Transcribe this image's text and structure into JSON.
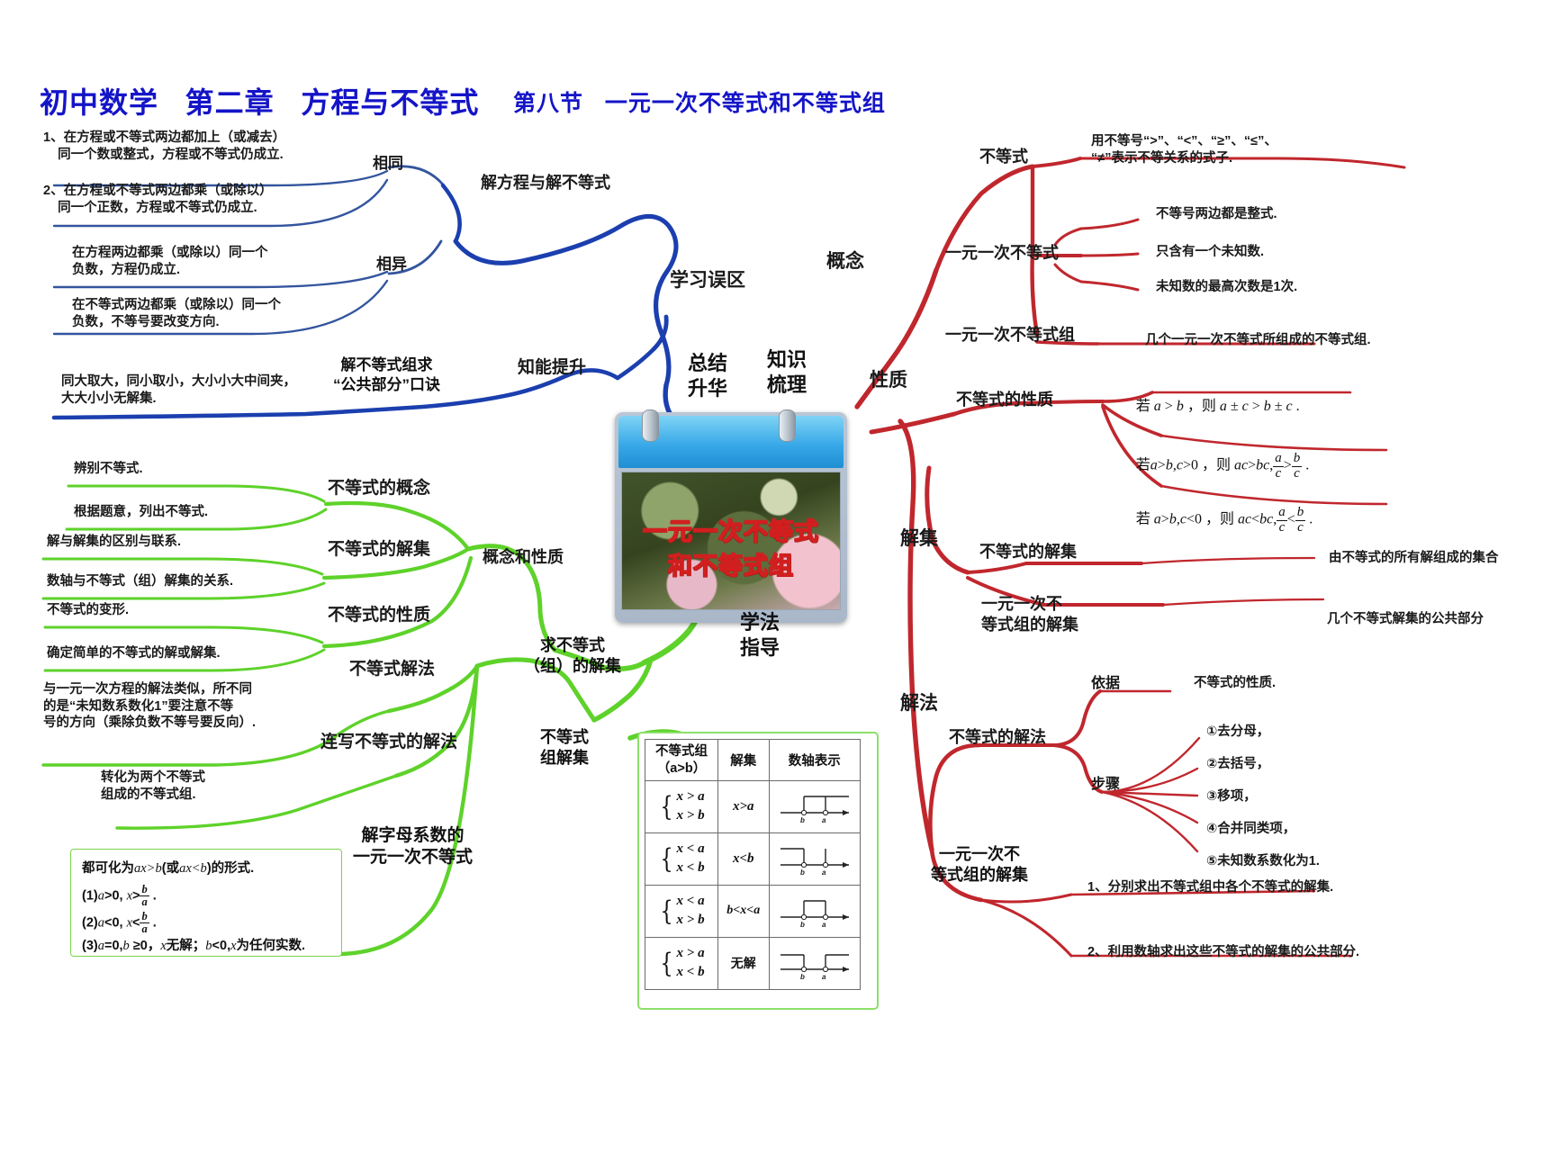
{
  "header": {
    "title": "初中数学   第二章   方程与不等式",
    "subtitle": "第八节   一元一次不等式和不等式组"
  },
  "center": {
    "card_title_line1": "一元一次不等式",
    "card_title_line2": "和不等式组",
    "hub_left": "总结\n升华",
    "hub_right": "知识\n梳理",
    "hub_bottom": "学法\n指导"
  },
  "blue_branch": {
    "root": "学习误区",
    "sub_same": "相同",
    "sub_diff": "相异",
    "mid_label": "解方程与解不等式",
    "skill_label": "知能提升",
    "skill_child": "解不等式组求\n“公共部分”口诀",
    "same_items": [
      "1、在方程或不等式两边都加上（或减去）\n    同一个数或整式，方程或不等式仍成立.",
      "2、在方程或不等式两边都乘（或除以）\n    同一个正数，方程或不等式仍成立."
    ],
    "diff_items": [
      "在方程两边都乘（或除以）同一个\n负数，方程仍成立.",
      "在不等式两边都乘（或除以）同一个\n负数，不等号要改变方向."
    ],
    "mnemonic": "同大取大，同小取小，大小小大中间夹，\n大大小小无解集."
  },
  "green_branch": {
    "group1_label": "概念和性质",
    "group2_label": "求不等式\n（组）的解集",
    "nodes": [
      {
        "label": "不等式的概念",
        "leaves": [
          "辨别不等式.",
          "根据题意，列出不等式."
        ]
      },
      {
        "label": "不等式的解集",
        "leaves": [
          "解与解集的区别与联系.",
          "数轴与不等式（组）解集的关系."
        ]
      },
      {
        "label": "不等式的性质",
        "leaves": [
          "不等式的变形.",
          "确定简单的不等式的解或解集."
        ]
      },
      {
        "label": "不等式解法",
        "leaves": [
          "与一元一次方程的解法类似，所不同\n的是“未知数系数化1”要注意不等\n号的方向（乘除负数不等号要反向）."
        ]
      },
      {
        "label": "连写不等式的解法",
        "leaves": [
          "转化为两个不等式\n组成的不等式组."
        ]
      },
      {
        "label": "解字母系数的\n一元一次不等式",
        "leaves": []
      }
    ],
    "solset_label": "不等式\n组解集",
    "formula_box": {
      "line1_pre": "都可化为",
      "line1_a": "ax>b",
      "line1_mid": "(或",
      "line1_b": "ax<b",
      "line1_post": ")的形式.",
      "line2": "(1)a>0, x>b/a .",
      "line3": "(2)a<0, x<b/a .",
      "line4": "(3)a=0, b≥0，x无解；b<0,x为任何实数."
    }
  },
  "red_branch": {
    "sections": [
      {
        "label": "概念",
        "nodes": [
          {
            "label": "不等式",
            "leaves": [
              "用不等号“>”、“<”、“≥”、“≤”、\n“≠”表示不等关系的式子."
            ]
          },
          {
            "label": "一元一次不等式",
            "leaves": [
              "不等号两边都是整式.",
              "只含有一个未知数.",
              "未知数的最高次数是1次."
            ]
          },
          {
            "label": "一元一次不等式组",
            "leaves": [
              "几个一元一次不等式所组成的不等式组."
            ]
          }
        ]
      },
      {
        "label": "性质",
        "nodes": [
          {
            "label": "不等式的性质",
            "leaves": []
          }
        ]
      },
      {
        "label": "解集",
        "nodes": [
          {
            "label": "不等式的解集",
            "leaves": [
              "由不等式的所有解组成的集合"
            ]
          },
          {
            "label": "一元一次不\n等式组的解集",
            "leaves": [
              "几个不等式解集的公共部分"
            ]
          }
        ]
      },
      {
        "label": "解法",
        "nodes": [
          {
            "label": "不等式的解法",
            "leaves": []
          },
          {
            "label": "一元一次不\n等式组的解集",
            "leaves": []
          }
        ]
      }
    ],
    "property_formulas": [
      "若 a > b ，则 a ± c > b ± c .",
      "若 a > b, c > 0 ，则 ac > bc, a/c > b/c .",
      "若 a > b, c < 0 ，则 ac < bc, a/c < b/c ."
    ],
    "solve_basis_label": "依据",
    "solve_basis_value": "不等式的性质.",
    "steps_label": "步骤",
    "steps": [
      "①去分母，",
      "②去括号，",
      "③移项，",
      "④合并同类项，",
      "⑤未知数系数化为1."
    ],
    "group_solve_items": [
      "1、分别求出不等式组中各个不等式的解集.",
      "2、利用数轴求出这些不等式的解集的公共部分."
    ]
  },
  "table": {
    "headers": [
      "不等式组\n（a>b）",
      "解集",
      "数轴表示"
    ],
    "rows": [
      {
        "system": [
          "x > a",
          "x > b"
        ],
        "solution": "x>a"
      },
      {
        "system": [
          "x < a",
          "x < b"
        ],
        "solution": "x<b"
      },
      {
        "system": [
          "x < a",
          "x > b"
        ],
        "solution": "b<x<a"
      },
      {
        "system": [
          "x > a",
          "x < b"
        ],
        "solution": "无解"
      }
    ]
  },
  "colors": {
    "blue": "#1b3fae",
    "red": "#d61f1f",
    "dark_red": "#9e2326",
    "green": "#5ed22a",
    "title_blue": "#1414c8"
  }
}
